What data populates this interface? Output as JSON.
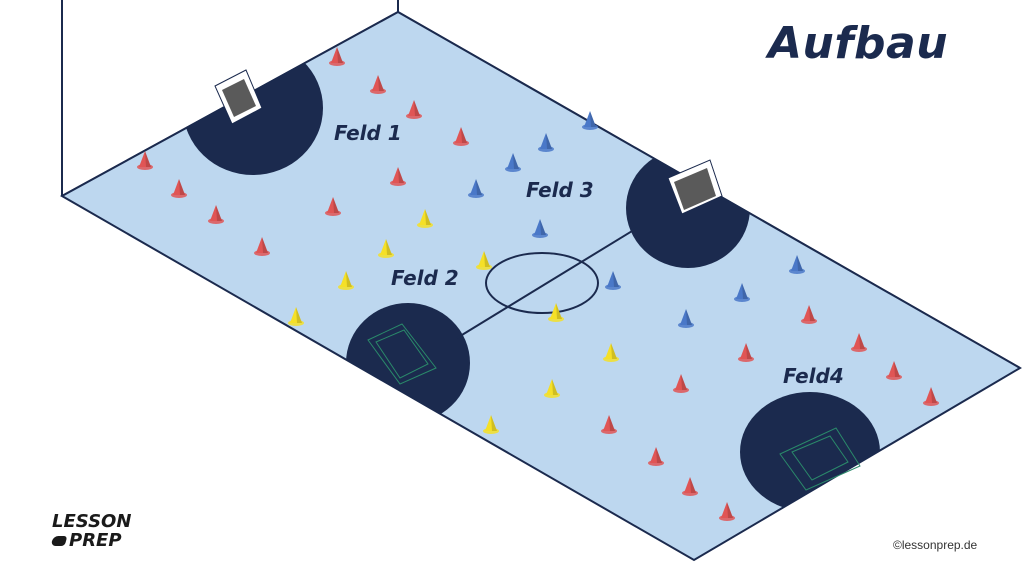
{
  "title": "Aufbau",
  "fields": {
    "feld1": "Feld 1",
    "feld2": "Feld 2",
    "feld3": "Feld 3",
    "feld4": "Feld4"
  },
  "logo": {
    "line1": "LESSON",
    "line2": "PREP"
  },
  "copyright": "©lessonprep.de",
  "colors": {
    "pitch": "#bdd7ef",
    "zone": "#1b2a4e",
    "line": "#1b2a4e",
    "cone_red": "#e05555",
    "cone_blue": "#4a78c8",
    "cone_yellow": "#f5e027"
  }
}
